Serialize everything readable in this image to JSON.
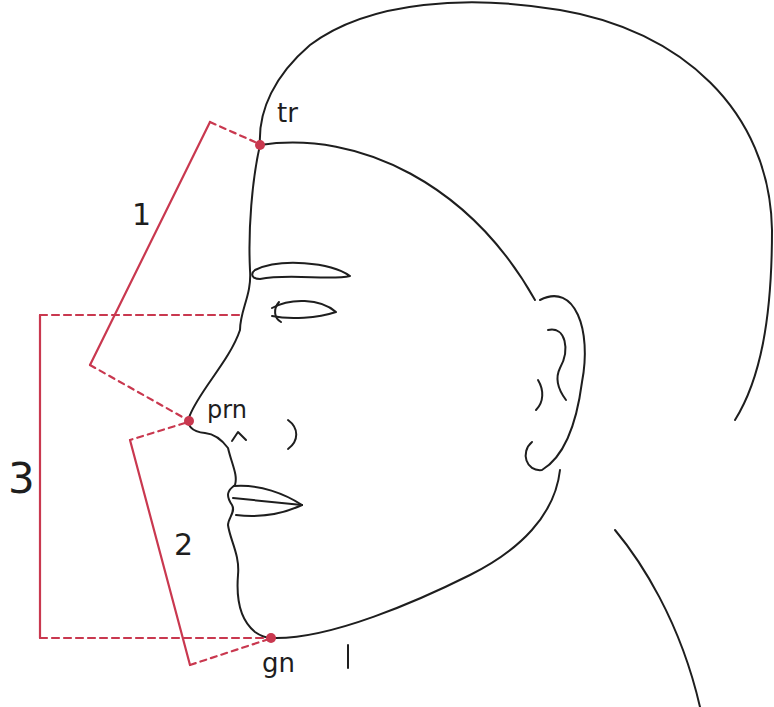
{
  "diagram": {
    "labels": [
      "tr",
      "1",
      "3",
      "prn",
      "2",
      "gn"
    ]
  }
}
